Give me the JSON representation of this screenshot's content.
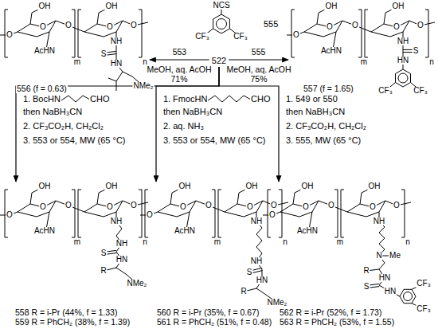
{
  "diagram": {
    "nodes": [
      {
        "text": [
          "522"
        ]
      },
      {
        "text": [
          "556 (f = 0.63)"
        ]
      },
      {
        "text": [
          "557 (f = 1.65)"
        ]
      },
      {
        "text": [
          "558 R = i-Pr (44%, f = 1.33)",
          "559 R = PhCH₂ (38%, f = 1.39)"
        ]
      },
      {
        "text": [
          "560 R = i-Pr (35%, f = 0.67)",
          "561 R = PhCH₂ (51%, f = 0.48)"
        ]
      },
      {
        "text": [
          "562 R = i-Pr (52%, f = 1.73)",
          "563 R = PhCH₂ (53%, f = 1.55)"
        ]
      }
    ],
    "edges": [
      {
        "from": 0,
        "to": 1,
        "arrow": "to",
        "label": "553"
      },
      {
        "from": 0,
        "to": 2,
        "arrow": "to",
        "label": "555"
      },
      {
        "from": 0,
        "to": 3,
        "arrow": "to"
      },
      {
        "from": 0,
        "to": 4,
        "arrow": "to"
      },
      {
        "from": 0,
        "to": 5,
        "arrow": "to"
      }
    ],
    "labels": [
      "NCS",
      "CF₃",
      "CF₃",
      "555",
      "MeOH, aq. AcOH",
      "71%",
      "MeOH, aq. AcOH",
      "75%",
      "OH",
      "O",
      "O",
      "AcHN",
      "m",
      "OH",
      "O",
      "O",
      "O",
      "n",
      "NH",
      "S",
      "HN",
      "NMe₂",
      "OH",
      "O",
      "O",
      "AcHN",
      "m",
      "OH",
      "O",
      "O",
      "O",
      "n",
      "NH",
      "S",
      "HN",
      "CF₃",
      "CF₃",
      "1.",
      "BocHN",
      "CHO",
      "then NaBH₃CN",
      "2. CF₃CO₂H, CH₂Cl₂",
      "3. 553 or 554, MW (65 °C)",
      "1.",
      "FmocHN",
      "CHO",
      "then NaBH₃CN",
      "2. aq. NH₃",
      "3. 553 or 554, MW (65 °C)",
      "1. 549 or 550",
      "then NaBH₃CN",
      "2. CF₃CO₂H, CH₂Cl₂",
      "3. 555, MW (65 °C)",
      "OH",
      "O",
      "O",
      "AcHN",
      "m",
      "OH",
      "O",
      "O",
      "O",
      "n",
      "NH",
      "NH",
      "S",
      "HN",
      "R",
      "NMe₂",
      "OH",
      "O",
      "O",
      "AcHN",
      "m",
      "OH",
      "O",
      "O",
      "O",
      "n",
      "NH",
      "NH",
      "S",
      "HN",
      "R",
      "NMe₂",
      "OH",
      "O",
      "O",
      "AcHN",
      "m",
      "OH",
      "O",
      "O",
      "O",
      "n",
      "NH",
      "N",
      "Me",
      "R",
      "HN",
      "S",
      "HN",
      "CF₃",
      "CF₃"
    ]
  }
}
